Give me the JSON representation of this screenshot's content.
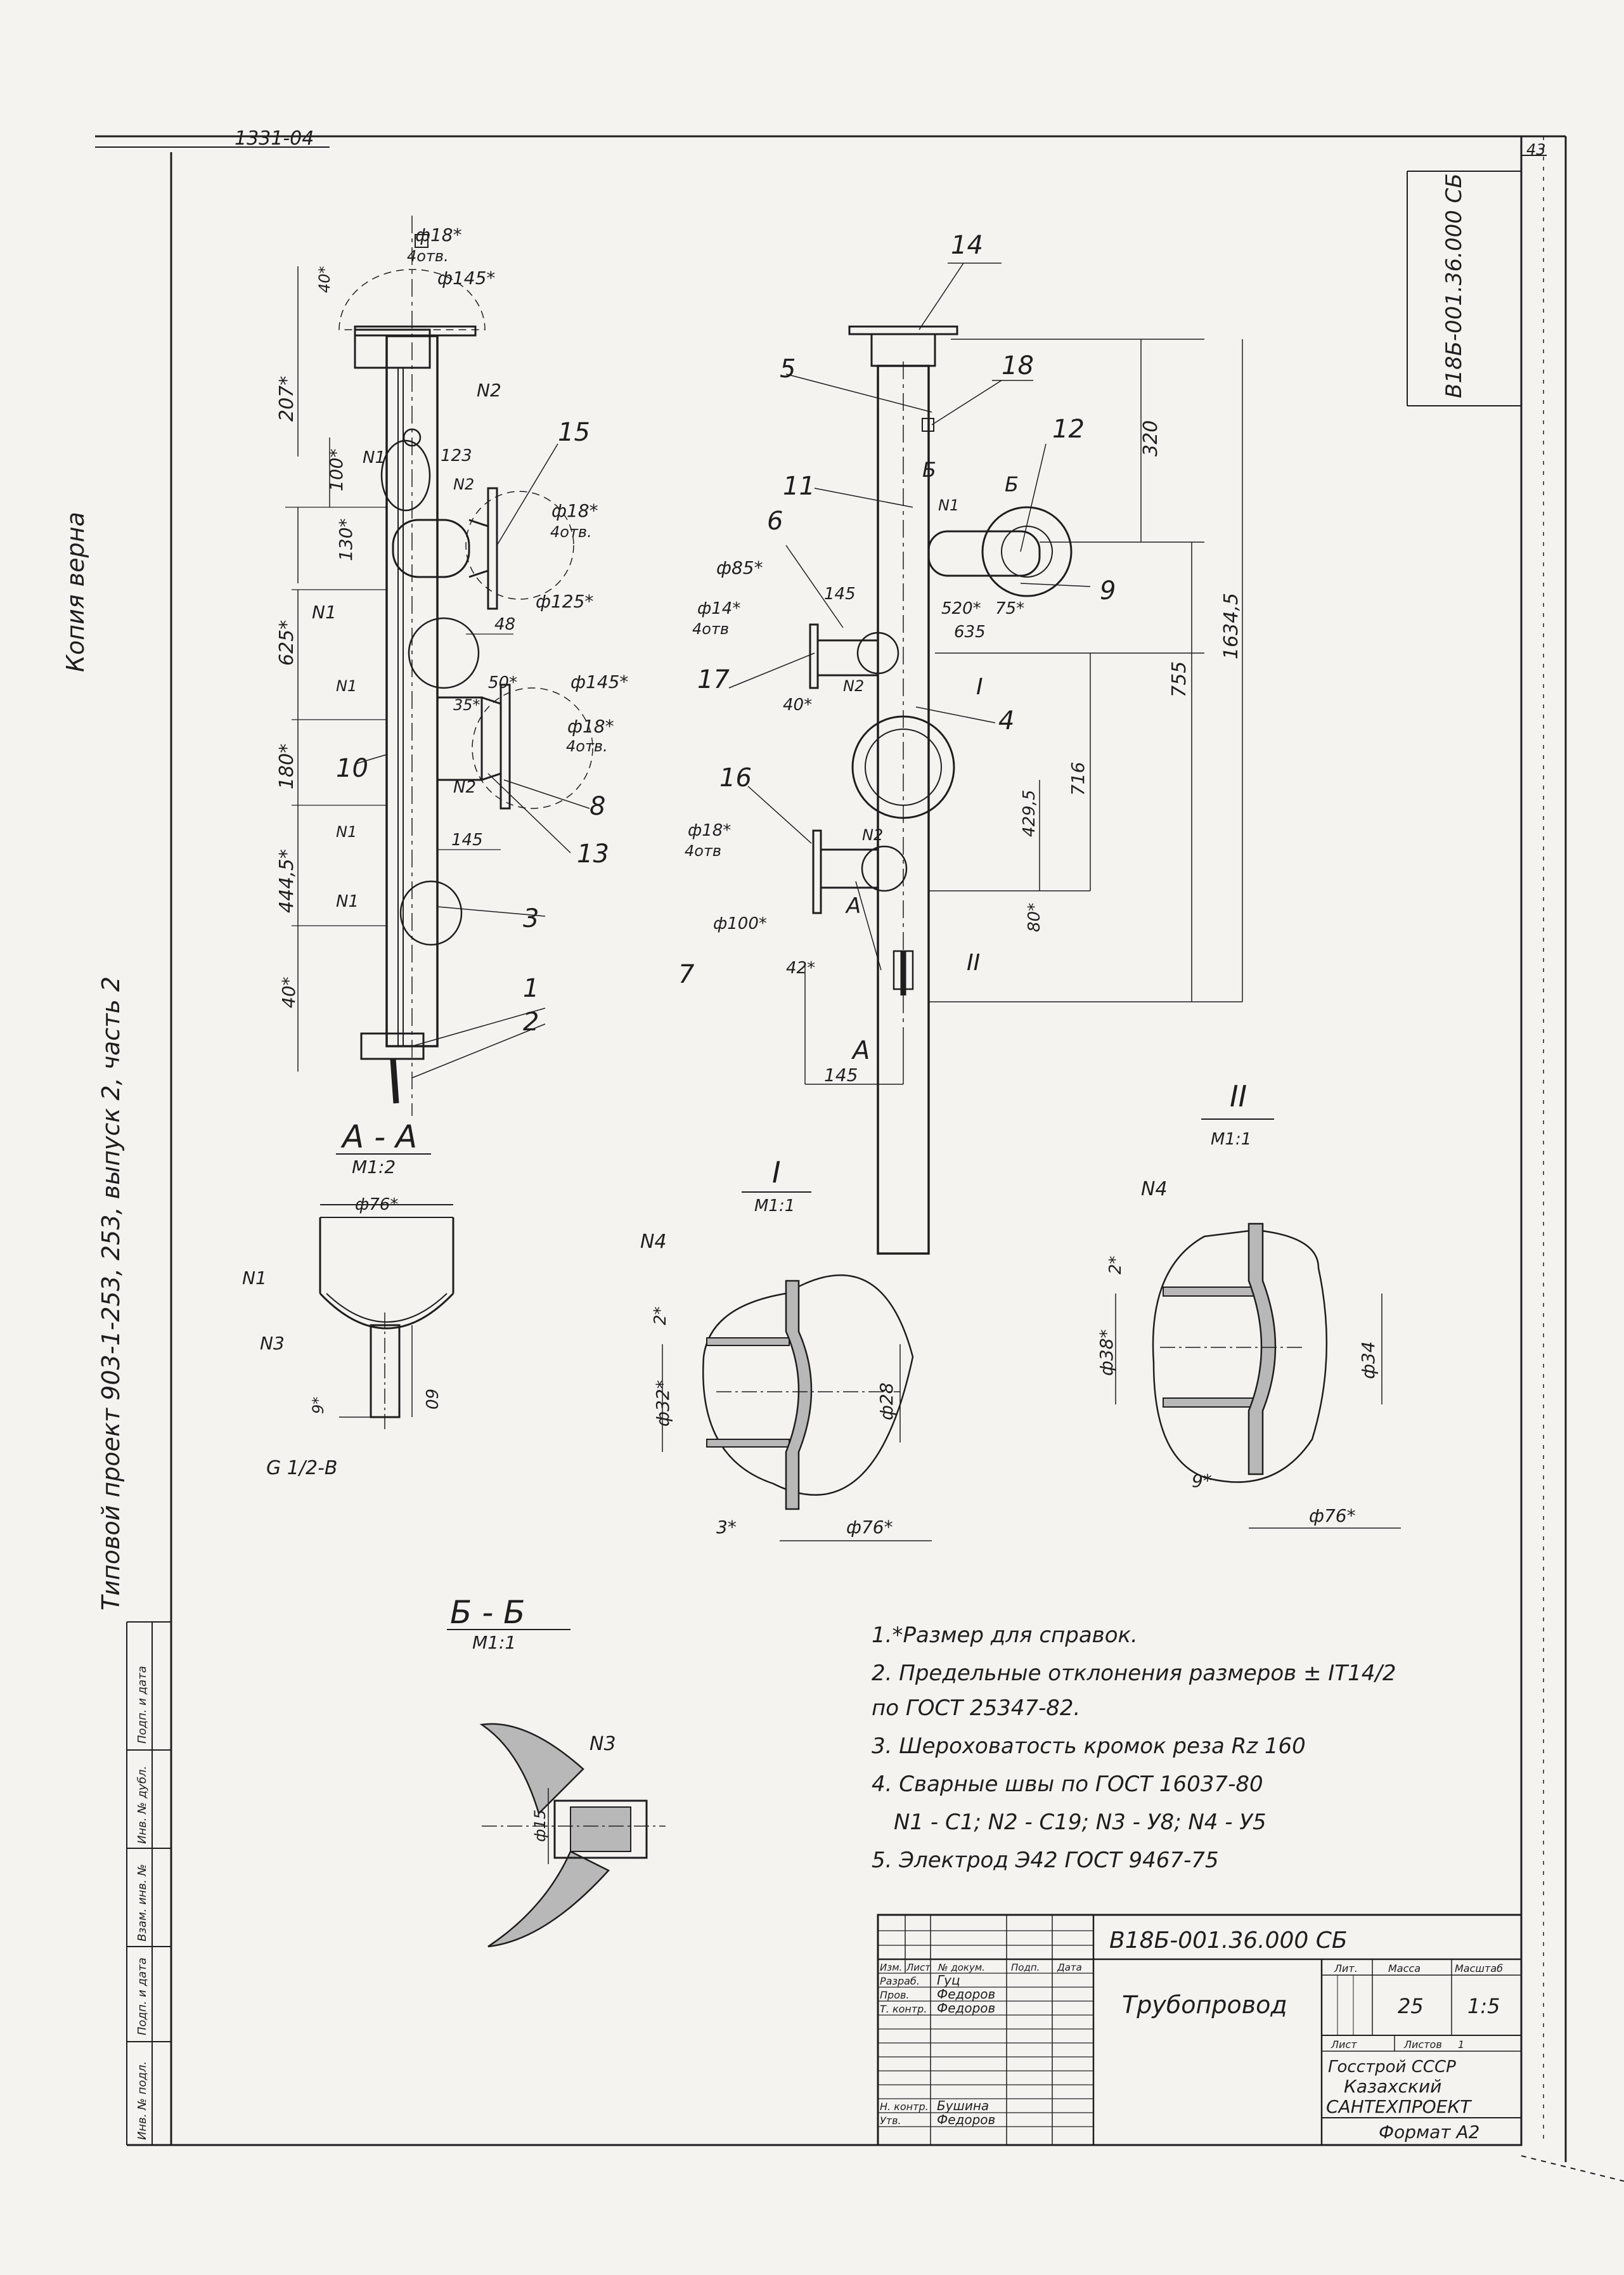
{
  "sheet": {
    "top_code": "1331-04",
    "sheet_number": "43",
    "vertical_doc_code": "В18Б-001.36.000 СБ",
    "copy_note": "Копия верна",
    "series_note": "Типовой проект 903-1-253, 253, выпуск 2, часть 2",
    "stamp_vertical": [
      "Инв. № подл.",
      "Подп. и дата",
      "Взам. инв. №",
      "Инв. № дубл.",
      "Подп. и дата"
    ]
  },
  "views": {
    "aa": {
      "title": "А - А",
      "scale": "М1:2"
    },
    "i": {
      "title": "I",
      "scale": "М1:1"
    },
    "ii": {
      "title": "II",
      "scale": "М1:1"
    },
    "bb": {
      "title": "Б - Б",
      "scale": "М1:1"
    }
  },
  "callouts": [
    "1",
    "2",
    "3",
    "4",
    "5",
    "6",
    "7",
    "8",
    "9",
    "10",
    "11",
    "12",
    "13",
    "14",
    "15",
    "16",
    "17",
    "18"
  ],
  "dimensions": {
    "left_view": {
      "d18_4holes_top": "ф18*",
      "holes_top": "4отв.",
      "d145_top": "ф145*",
      "h40_top": "40*",
      "h207": "207*",
      "h100": "100*",
      "h130": "130*",
      "h123": "123",
      "d18_4holes_mid": "ф18*",
      "holes_mid": "4отв.",
      "d125": "ф125*",
      "w48": "48",
      "h625": "625*",
      "d145_mid": "ф145*",
      "w50": "50*",
      "w35": "35*",
      "d18_4holes_low": "ф18*",
      "holes_low": "4отв.",
      "h180": "180*",
      "h4445": "444,5*",
      "w145": "145",
      "h40_bot": "40*"
    },
    "right_view": {
      "h320": "320",
      "h755": "755",
      "h16345": "1634,5",
      "w520": "520*",
      "w75": "75*",
      "w635": "635",
      "d85": "ф85*",
      "w145_top": "145",
      "d14": "ф14*",
      "holes_d14": "4отв",
      "w40": "40*",
      "h716": "716",
      "h4295": "429,5",
      "h80": "80*",
      "d18_low": "ф18*",
      "holes_low": "4отв",
      "d100": "ф100*",
      "w42": "42*",
      "w145_bot": "145"
    },
    "section_aa": {
      "d76": "ф76*",
      "h60": "60",
      "h9": "9*",
      "thread": "G 1/2-В"
    },
    "view_i": {
      "h2": "2*",
      "d32": "ф32*",
      "d28": "ф28",
      "w3": "3*",
      "d76": "ф76*"
    },
    "view_ii": {
      "h2": "2*",
      "d38": "ф38*",
      "d34": "ф34",
      "w9": "9*",
      "d76": "ф76*"
    },
    "section_bb": {
      "d15": "ф15"
    }
  },
  "weld_labels": {
    "n1": "N1",
    "n2": "N2",
    "n3": "N3",
    "n4": "N4"
  },
  "section_marks": {
    "a": "А",
    "b": "Б",
    "i": "I",
    "ii": "II"
  },
  "notes": [
    "1.*Размер для справок.",
    "2. Предельные отклонения размеров ± IT14/2",
    "по ГОСТ 25347-82.",
    "3. Шероховатость кромок реза Rz 160",
    "4. Сварные швы по ГОСТ 16037-80",
    "N1 - С1; N2 - С19; N3 - У8; N4 - У5",
    "5. Электрод Э42 ГОСТ 9467-75"
  ],
  "title_block": {
    "doc_code": "В18Б-001.36.000 СБ",
    "title": "Трубопровод",
    "col_headers": [
      "Изм.",
      "Лист",
      "№ докум.",
      "Подп.",
      "Дата"
    ],
    "roles": [
      {
        "role": "Разраб.",
        "name": "Гуц"
      },
      {
        "role": "Пров.",
        "name": "Федоров"
      },
      {
        "role": "Т. контр.",
        "name": "Федоров"
      },
      {
        "role": "Н. контр.",
        "name": "Бушина"
      },
      {
        "role": "Утв.",
        "name": "Федоров"
      }
    ],
    "lit_label": "Лит.",
    "mass_label": "Масса",
    "scale_label": "Масштаб",
    "mass": "25",
    "scale": "1:5",
    "sheet_label": "Лист",
    "sheets_label": "Листов",
    "sheets_count": "1",
    "org": [
      "Госстрой СССР",
      "Казахский",
      "САНТЕХПРОЕКТ"
    ],
    "format": "Формат А2"
  }
}
